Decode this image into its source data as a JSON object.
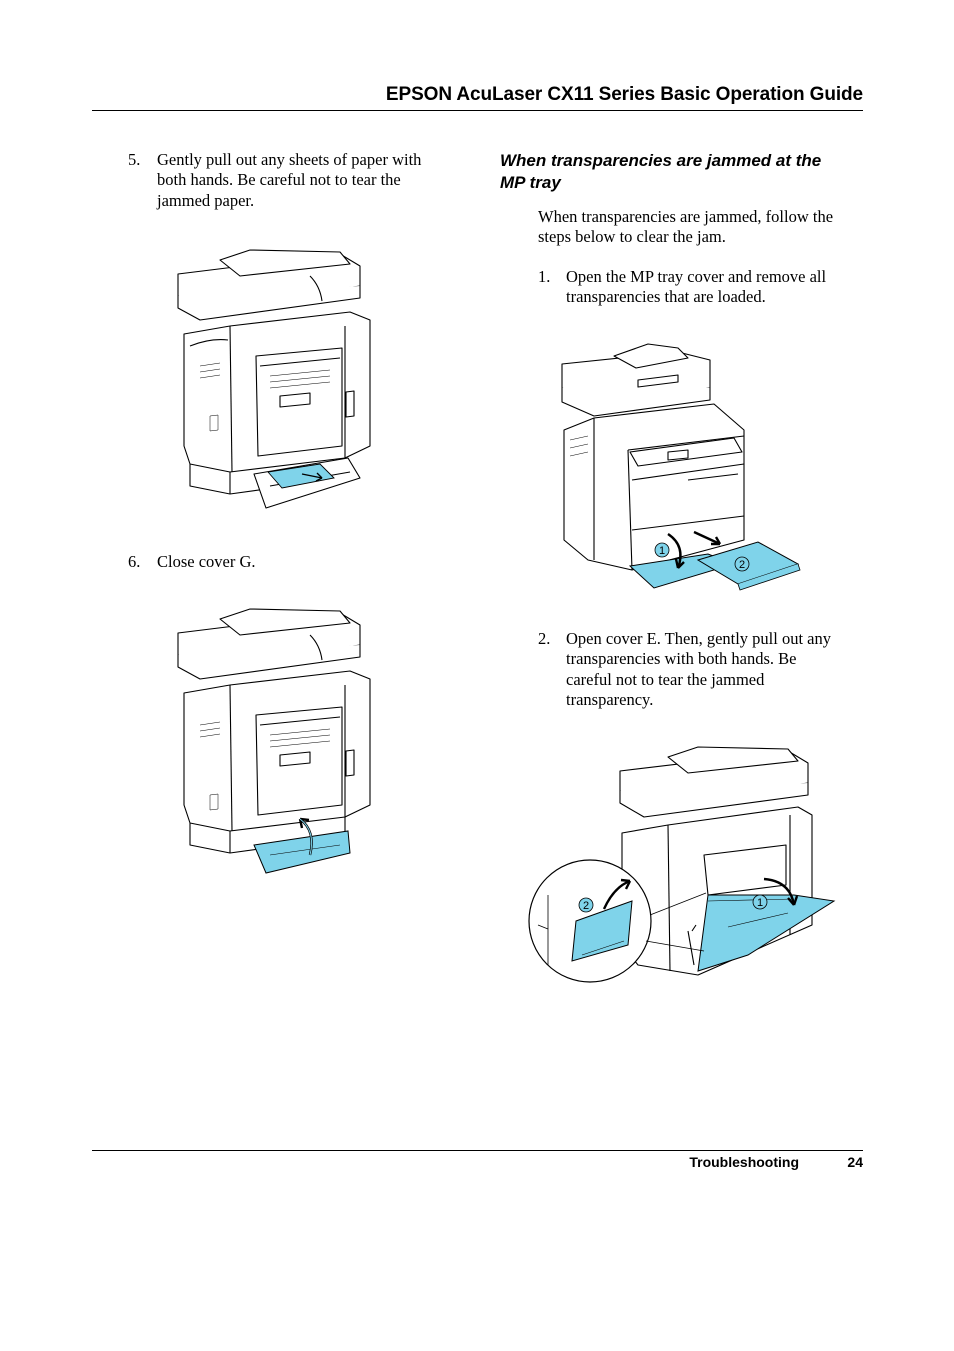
{
  "header": {
    "title": "EPSON AcuLaser CX11 Series   Basic Operation Guide"
  },
  "left_column": {
    "step5": {
      "number": "5.",
      "lines": [
        "Gently pull out any sheets of paper with",
        "both hands. Be careful not to tear the",
        "jammed paper."
      ]
    },
    "step6": {
      "number": "6.",
      "text": "Close cover G."
    }
  },
  "right_column": {
    "heading_lines": [
      "When transparencies are jammed at the",
      "MP tray"
    ],
    "intro_lines": [
      "When transparencies are jammed, follow the",
      "steps below to clear the jam."
    ],
    "step1": {
      "number": "1.",
      "lines": [
        "Open the MP tray cover and remove all",
        "transparencies that are loaded."
      ]
    },
    "step2": {
      "number": "2.",
      "lines": [
        "Open cover E. Then, gently pull out any",
        "transparencies with both hands. Be",
        "careful not to tear the jammed",
        "transparency."
      ]
    }
  },
  "figures": {
    "callout_1": "1",
    "callout_2": "2",
    "accent_color": "#7fd3ea"
  },
  "footer": {
    "section": "Troubleshooting",
    "page": "24"
  }
}
